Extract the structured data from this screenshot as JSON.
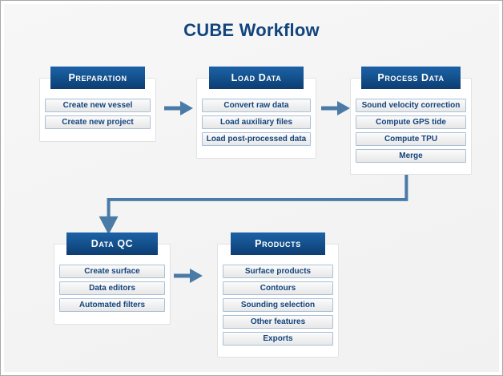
{
  "page": {
    "title": "CUBE Workflow",
    "accent_header_top": "#1c62a8",
    "accent_header_bottom": "#0d3c72",
    "accent_title": "#12447e",
    "connector_color": "#4a7ba7",
    "item_text_color": "#13447d",
    "item_border_color": "#a9c0d8",
    "canvas_background": "#f4f4f4",
    "frame_border": "#a8a8a8"
  },
  "groups": [
    {
      "id": "preparation",
      "header": "Preparation",
      "items": [
        "Create new vessel",
        "Create new project"
      ]
    },
    {
      "id": "load-data",
      "header": "Load Data",
      "items": [
        "Convert raw data",
        "Load auxiliary files",
        "Load post-processed data"
      ]
    },
    {
      "id": "process-data",
      "header": "Process Data",
      "items": [
        "Sound velocity correction",
        "Compute GPS tide",
        "Compute TPU",
        "Merge"
      ]
    },
    {
      "id": "data-qc",
      "header": "Data QC",
      "items": [
        "Create surface",
        "Data editors",
        "Automated filters"
      ]
    },
    {
      "id": "products",
      "header": "Products",
      "items": [
        "Surface products",
        "Contours",
        "Sounding selection",
        "Other features",
        "Exports"
      ]
    }
  ],
  "connectors": [
    {
      "id": "preparation-to-load-data",
      "kind": "arrow-right"
    },
    {
      "id": "load-data-to-process-data",
      "kind": "arrow-right"
    },
    {
      "id": "process-data-to-data-qc",
      "kind": "elbow-down-left-down"
    },
    {
      "id": "data-qc-to-products",
      "kind": "arrow-right"
    }
  ]
}
